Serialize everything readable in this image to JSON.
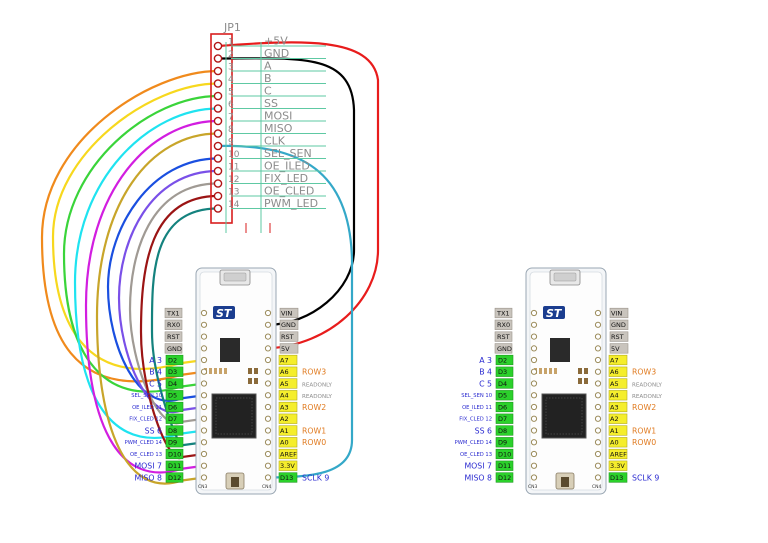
{
  "header": {
    "title": "JP1",
    "pins": [
      {
        "num": "1",
        "name": "+5V"
      },
      {
        "num": "2",
        "name": "GND"
      },
      {
        "num": "3",
        "name": "A"
      },
      {
        "num": "4",
        "name": "B"
      },
      {
        "num": "5",
        "name": "C"
      },
      {
        "num": "6",
        "name": "SS"
      },
      {
        "num": "7",
        "name": "MOSI"
      },
      {
        "num": "8",
        "name": "MISO"
      },
      {
        "num": "9",
        "name": "CLK"
      },
      {
        "num": "10",
        "name": "SEL_SEN"
      },
      {
        "num": "11",
        "name": "OE_ILED"
      },
      {
        "num": "12",
        "name": "FIX_LED"
      },
      {
        "num": "13",
        "name": "OE_CLED"
      },
      {
        "num": "14",
        "name": "PWM_LED"
      }
    ]
  },
  "board": {
    "left_top": [
      "TX1",
      "RX0",
      "RST",
      "GND"
    ],
    "left_d": [
      "D2",
      "D3",
      "D4",
      "D5",
      "D6",
      "D7",
      "D8",
      "D9",
      "D10",
      "D11",
      "D12"
    ],
    "right_top": [
      "VIN",
      "GND",
      "RST",
      "5V"
    ],
    "right_a": [
      "A7",
      "A6",
      "A5",
      "A4",
      "A3",
      "A2",
      "A1",
      "A0",
      "AREF",
      "3.3V",
      "D13"
    ],
    "signals_left": [
      "A 3",
      "B 4",
      "C 5",
      "SEL_SEN 10",
      "OE_ILED 11",
      "FIX_CLED 12",
      "SS 6",
      "PWM_CLED 14",
      "OE_CLED 13",
      "MOSI 7",
      "MISO 8"
    ],
    "signals_right": [
      "",
      "ROW3",
      "READONLY",
      "READONLY",
      "ROW2",
      "",
      "ROW1",
      "ROW0",
      "",
      "",
      "SCLK 9"
    ],
    "right_signal_colors": [
      "#e07a1f",
      "#e07a1f",
      "#8c8c8c",
      "#8c8c8c",
      "#e07a1f",
      "#e07a1f",
      "#e07a1f",
      "#e07a1f",
      "#e07a1f",
      "#e07a1f",
      "#2a2ad0"
    ]
  },
  "colors": {
    "pin_green": "#2bd12b",
    "pin_yellow": "#f5ee2c",
    "pin_grey": "#c9c4bd",
    "header_red": "#d81e1e",
    "header_grid": "#5ec9a3",
    "signal_blue": "#2a2ad0",
    "signal_orange": "#e07a1f"
  },
  "wires": [
    {
      "header_pin": 1,
      "to": "5V",
      "color": "#e81c1c"
    },
    {
      "header_pin": 2,
      "to": "GND",
      "color": "#000000"
    },
    {
      "header_pin": 3,
      "to": "D3",
      "color": "#f08a1c"
    },
    {
      "header_pin": 4,
      "to": "D2",
      "color": "#f7d81e"
    },
    {
      "header_pin": 5,
      "to": "D4",
      "color": "#3ad43a"
    },
    {
      "header_pin": 6,
      "to": "D8",
      "color": "#1fe3f0"
    },
    {
      "header_pin": 7,
      "to": "D11",
      "color": "#d21ee0"
    },
    {
      "header_pin": 8,
      "to": "D12",
      "color": "#c8a52a"
    },
    {
      "header_pin": 9,
      "to": "D13",
      "color": "#34a8c8"
    },
    {
      "header_pin": 10,
      "to": "D5",
      "color": "#1a4fe0"
    },
    {
      "header_pin": 11,
      "to": "D6",
      "color": "#7a50e8"
    },
    {
      "header_pin": 12,
      "to": "D7",
      "color": "#a09a94"
    },
    {
      "header_pin": 13,
      "to": "D10",
      "color": "#9b1414"
    },
    {
      "header_pin": 14,
      "to": "D9",
      "color": "#14827e"
    }
  ]
}
